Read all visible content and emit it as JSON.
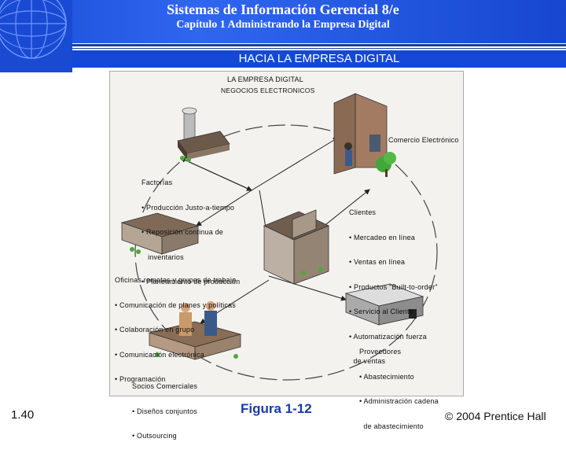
{
  "header": {
    "title": "Sistemas de Información Gerencial 8/e",
    "subtitle": "Capítulo 1 Administrando la Empresa Digital"
  },
  "section": {
    "title": "HACIA LA EMPRESA DIGITAL"
  },
  "diagram": {
    "heading": "LA EMPRESA DIGITAL",
    "subheading": "NEGOCIOS ELECTRONICOS",
    "ecommerce": "Comercio Electrónico",
    "factories": {
      "title": "Factorías",
      "items": [
        "• Producción Justo-a-tiempo",
        "• Reposición continua de",
        "   inventarios",
        "• Planeamiento de producción"
      ]
    },
    "clients": {
      "title": "Clientes",
      "items": [
        "• Mercadeo en línea",
        "• Ventas en línea",
        "• Productos \"Built-to-order\"",
        "• Servicio al Cliente",
        "• Automatización fuerza",
        "  de ventas"
      ]
    },
    "offices": {
      "title": "Oficinas remotas y grupos de trabajo",
      "items": [
        "• Comunicación de planes y políticas",
        "• Colaboración en grupo",
        "• Comunicación electrónica",
        "• Programación"
      ]
    },
    "suppliers": {
      "title": "Proveedores",
      "items": [
        "• Abastecimiento",
        "• Administración cadena",
        "  de abastecimiento"
      ]
    },
    "partners": {
      "title": "Socios Comerciales",
      "items": [
        "• Diseños conjuntos",
        "• Outsourcing"
      ]
    }
  },
  "footer": {
    "page_number": "1.40",
    "figure": "Figura 1-12",
    "copyright": "© 2004  Prentice Hall"
  },
  "colors": {
    "header_blue": "#1b4fd8",
    "section_blue": "#1448d6",
    "figure_blue": "#1a3aa8"
  }
}
